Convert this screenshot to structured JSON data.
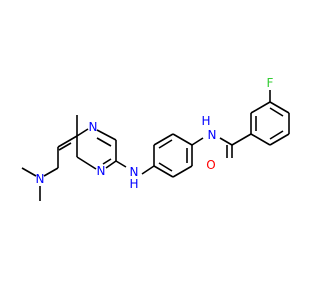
{
  "molecule": {
    "atoms": {
      "n_pyrimidine_top": {
        "text": "N",
        "color": "#0000ff"
      },
      "n_pyrimidine_bottom": {
        "text": "N",
        "color": "#0000ff"
      },
      "n_dimethylamino": {
        "text": "N",
        "color": "#0000ff"
      },
      "nh_aniline_n": {
        "text": "N",
        "color": "#0000ff"
      },
      "nh_aniline_h": {
        "text": "H",
        "color": "#0000ff"
      },
      "nh_amide_n": {
        "text": "N",
        "color": "#0000ff"
      },
      "nh_amide_h": {
        "text": "H",
        "color": "#0000ff"
      },
      "o_carbonyl": {
        "text": "O",
        "color": "#ff0000"
      },
      "fluorine": {
        "text": "F",
        "color": "#33cc33"
      }
    },
    "bond_color": "#000000"
  }
}
